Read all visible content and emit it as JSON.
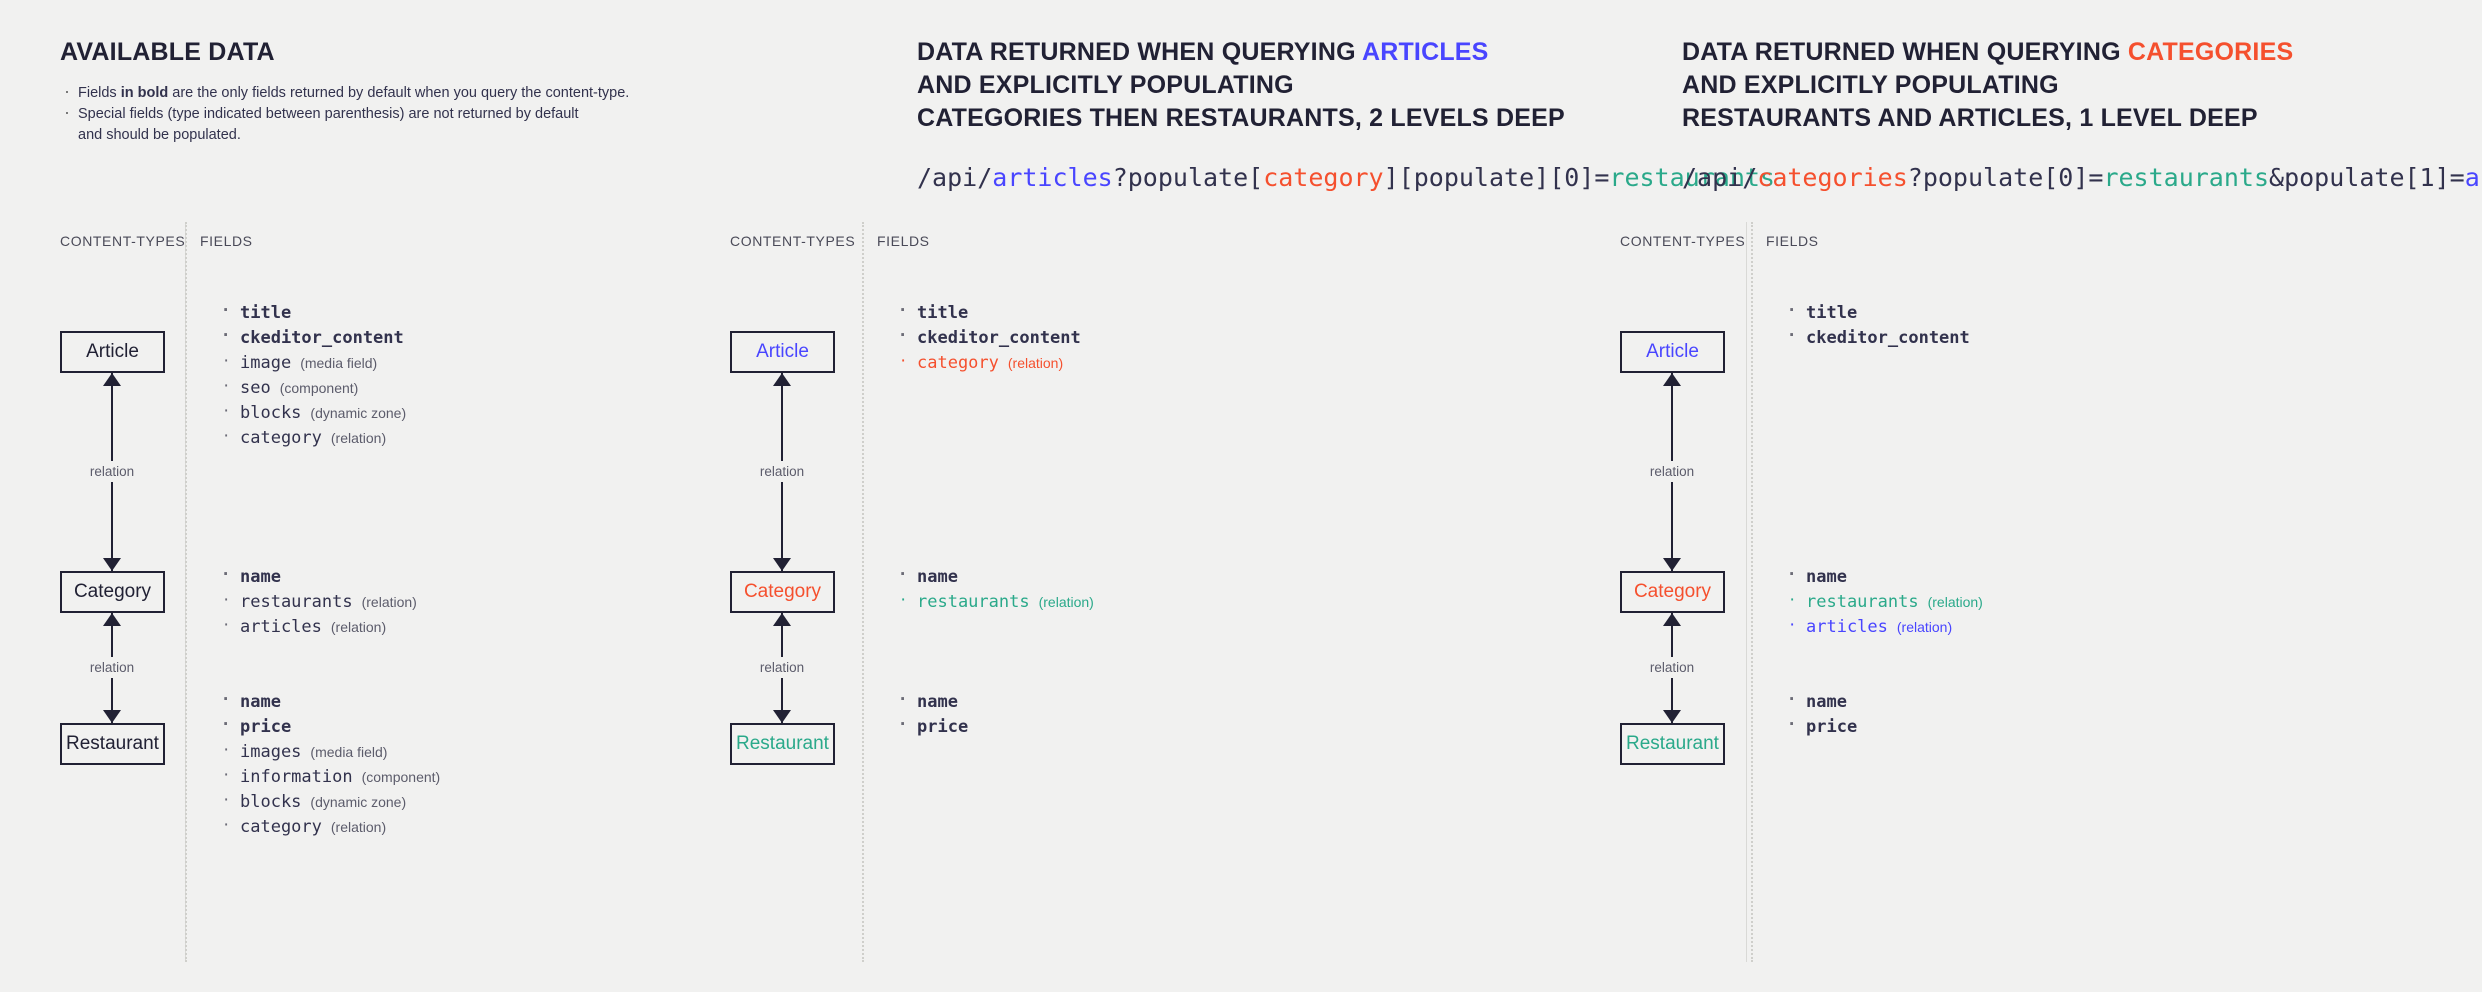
{
  "colors": {
    "background": "#f1f1f0",
    "ink": "#212134",
    "blue": "#4945ff",
    "red": "#f5502e",
    "teal": "#2aa98a",
    "divider": "#d9d9d6"
  },
  "column_headers": {
    "content_types": "CONTENT-TYPES",
    "fields": "FIELDS"
  },
  "relation_label": "relation",
  "panels": [
    {
      "id": "available-data",
      "title_parts": [
        {
          "text": "AVAILABLE DATA",
          "color": "default"
        }
      ],
      "bullets": [
        {
          "pre": "Fields ",
          "bold": "in bold",
          "post": " are the only fields returned by default when you query the content-type."
        },
        {
          "pre": "Special fields (type indicated between parenthesis) are not returned by default",
          "bold": "",
          "post": ""
        },
        {
          "pre": "and should be populated.",
          "bold": "",
          "post": "",
          "continuation": true
        }
      ],
      "api_path": null,
      "nodes": [
        {
          "label": "Article",
          "color": "default"
        },
        {
          "label": "Category",
          "color": "default"
        },
        {
          "label": "Restaurant",
          "color": "default"
        }
      ],
      "field_groups": [
        [
          {
            "name": "title",
            "type": "",
            "style": "bold"
          },
          {
            "name": "ckeditor_content",
            "type": "",
            "style": "bold"
          },
          {
            "name": "image",
            "type": "(media field)",
            "style": "normal"
          },
          {
            "name": "seo",
            "type": "(component)",
            "style": "normal"
          },
          {
            "name": "blocks",
            "type": "(dynamic zone)",
            "style": "normal"
          },
          {
            "name": "category",
            "type": "(relation)",
            "style": "normal"
          }
        ],
        [
          {
            "name": "name",
            "type": "",
            "style": "bold"
          },
          {
            "name": "restaurants",
            "type": "(relation)",
            "style": "normal"
          },
          {
            "name": "articles",
            "type": "(relation)",
            "style": "normal"
          }
        ],
        [
          {
            "name": "name",
            "type": "",
            "style": "bold"
          },
          {
            "name": "price",
            "type": "",
            "style": "bold"
          },
          {
            "name": "images",
            "type": "(media field)",
            "style": "normal"
          },
          {
            "name": "information",
            "type": "(component)",
            "style": "normal"
          },
          {
            "name": "blocks",
            "type": "(dynamic zone)",
            "style": "normal"
          },
          {
            "name": "category",
            "type": "(relation)",
            "style": "normal"
          }
        ]
      ]
    },
    {
      "id": "querying-articles",
      "title_parts": [
        {
          "text": "DATA RETURNED WHEN QUERYING ",
          "color": "default"
        },
        {
          "text": "ARTICLES",
          "color": "blue"
        },
        {
          "text": "\nAND EXPLICITLY POPULATING\nCATEGORIES THEN RESTAURANTS, 2 LEVELS DEEP",
          "color": "default"
        }
      ],
      "title_lines": [
        "DATA RETURNED WHEN QUERYING ARTICLES",
        "AND EXPLICITLY POPULATING",
        "CATEGORIES THEN RESTAURANTS, 2 LEVELS DEEP"
      ],
      "api_path": {
        "segments": [
          {
            "text": "/api/",
            "color": "default"
          },
          {
            "text": "articles",
            "color": "blue"
          },
          {
            "text": "?populate[",
            "color": "default"
          },
          {
            "text": "category",
            "color": "red"
          },
          {
            "text": "][populate][0]=",
            "color": "default"
          },
          {
            "text": "restaurants",
            "color": "teal"
          }
        ]
      },
      "nodes": [
        {
          "label": "Article",
          "color": "blue"
        },
        {
          "label": "Category",
          "color": "red"
        },
        {
          "label": "Restaurant",
          "color": "teal"
        }
      ],
      "field_groups": [
        [
          {
            "name": "title",
            "type": "",
            "style": "bold"
          },
          {
            "name": "ckeditor_content",
            "type": "",
            "style": "bold"
          },
          {
            "name": "category",
            "type": "(relation)",
            "style": "red"
          }
        ],
        [
          {
            "name": "name",
            "type": "",
            "style": "bold"
          },
          {
            "name": "restaurants",
            "type": "(relation)",
            "style": "green"
          }
        ],
        [
          {
            "name": "name",
            "type": "",
            "style": "bold"
          },
          {
            "name": "price",
            "type": "",
            "style": "bold"
          }
        ]
      ]
    },
    {
      "id": "querying-categories",
      "title_parts": [
        {
          "text": "DATA RETURNED WHEN QUERYING ",
          "color": "default"
        },
        {
          "text": "CATEGORIES",
          "color": "red"
        }
      ],
      "title_lines": [
        "DATA RETURNED WHEN QUERYING CATEGORIES",
        "AND EXPLICITLY POPULATING",
        "RESTAURANTS AND ARTICLES, 1 LEVEL DEEP"
      ],
      "api_path": {
        "segments": [
          {
            "text": "/api/",
            "color": "default"
          },
          {
            "text": "categories",
            "color": "red"
          },
          {
            "text": "?populate[0]=",
            "color": "default"
          },
          {
            "text": "restaurants",
            "color": "teal"
          },
          {
            "text": "&populate[1]=",
            "color": "default"
          },
          {
            "text": "articles",
            "color": "blue"
          }
        ]
      },
      "nodes": [
        {
          "label": "Article",
          "color": "blue"
        },
        {
          "label": "Category",
          "color": "red"
        },
        {
          "label": "Restaurant",
          "color": "teal"
        }
      ],
      "field_groups": [
        [
          {
            "name": "title",
            "type": "",
            "style": "bold"
          },
          {
            "name": "ckeditor_content",
            "type": "",
            "style": "bold"
          }
        ],
        [
          {
            "name": "name",
            "type": "",
            "style": "bold"
          },
          {
            "name": "restaurants",
            "type": "(relation)",
            "style": "green"
          },
          {
            "name": "articles",
            "type": "(relation)",
            "style": "blue"
          }
        ],
        [
          {
            "name": "name",
            "type": "",
            "style": "bold"
          },
          {
            "name": "price",
            "type": "",
            "style": "bold"
          }
        ]
      ]
    }
  ]
}
